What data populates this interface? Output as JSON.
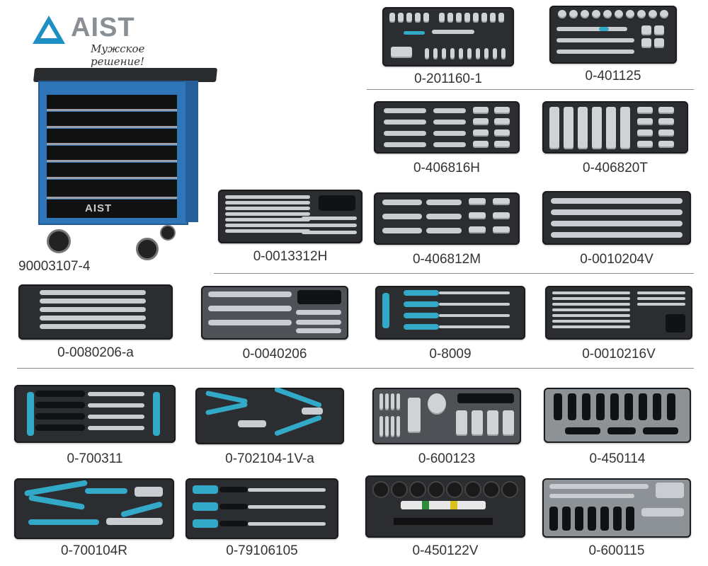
{
  "brand": {
    "name": "AIST",
    "tagline": "Мужское решение!",
    "logo_color": "#1e8fc3"
  },
  "cabinet": {
    "code": "90003107-4",
    "badge": "AIST",
    "color": "#2f76b9"
  },
  "products": [
    {
      "code": "0-201160-1"
    },
    {
      "code": "0-401125"
    },
    {
      "code": "0-406816H"
    },
    {
      "code": "0-406820T"
    },
    {
      "code": "0-0013312H"
    },
    {
      "code": "0-406812M"
    },
    {
      "code": "0-0010204V"
    },
    {
      "code": "0-0080206-a"
    },
    {
      "code": "0-0040206"
    },
    {
      "code": "0-8009"
    },
    {
      "code": "0-0010216V"
    },
    {
      "code": "0-700311"
    },
    {
      "code": "0-702104-1V-a"
    },
    {
      "code": "0-600123"
    },
    {
      "code": "0-450114"
    },
    {
      "code": "0-700104R"
    },
    {
      "code": "0-79106105"
    },
    {
      "code": "0-450122V"
    },
    {
      "code": "0-600115"
    }
  ]
}
